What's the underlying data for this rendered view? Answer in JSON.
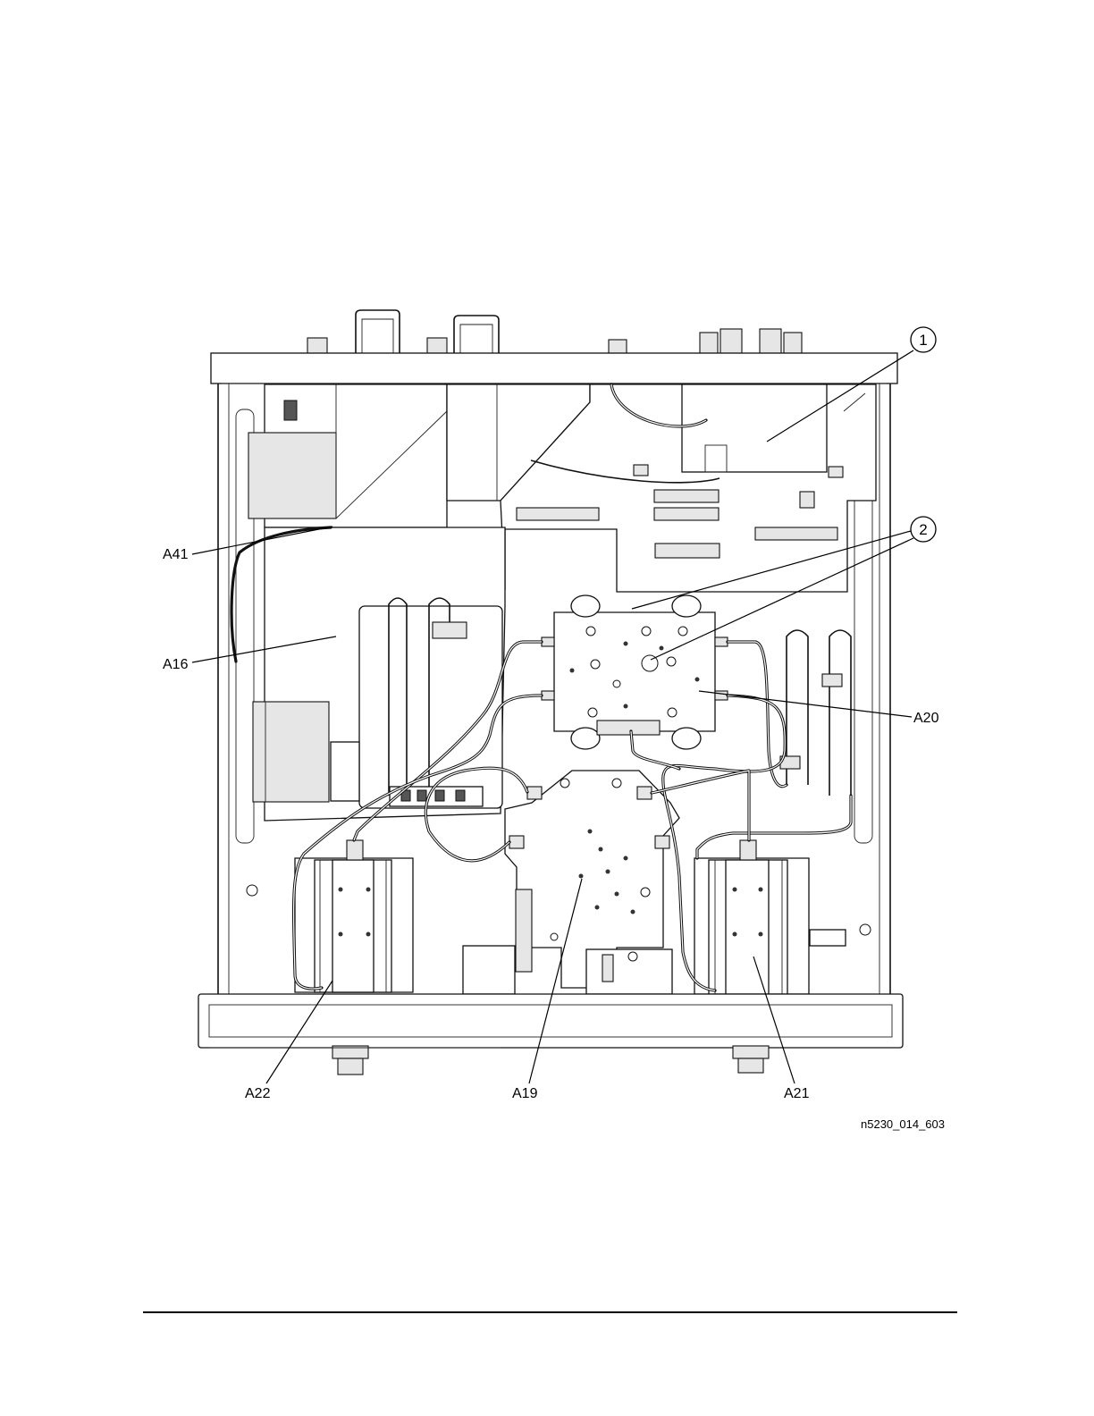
{
  "figure": {
    "figure_id": "n5230_014_603",
    "labels": {
      "a41": "A41",
      "a16": "A16",
      "a20": "A20",
      "a22": "A22",
      "a19": "A19",
      "a21": "A21"
    },
    "callouts": {
      "c1": "1",
      "c2": "2"
    }
  }
}
